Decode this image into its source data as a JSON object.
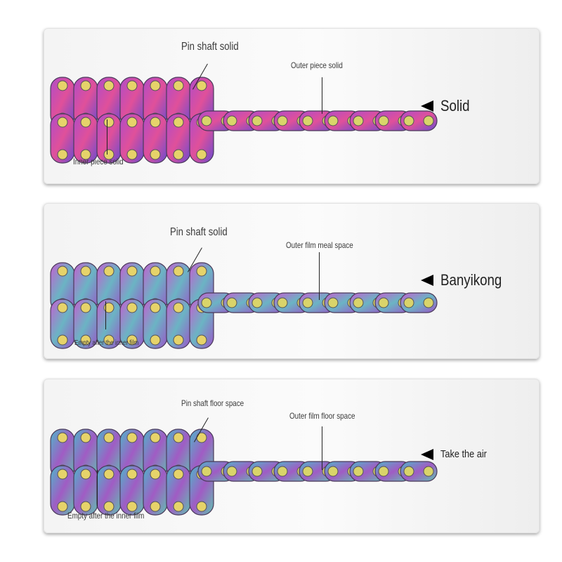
{
  "panels": [
    {
      "top_label": "Pin shaft solid",
      "outer_label": "Outer piece solid",
      "inner_label": "Inner piece solid",
      "tag": "Solid",
      "gradient": [
        "#b04cc8",
        "#e0509a",
        "#6a4bd0"
      ]
    },
    {
      "top_label": "Pin shaft solid",
      "outer_label": "Outer film meal space",
      "inner_label": "Empty after the inner film",
      "tag": "Banyikong",
      "gradient": [
        "#c45fd0",
        "#6bb4c4",
        "#9a55c8"
      ]
    },
    {
      "top_label": "Pin shaft floor space",
      "outer_label": "Outer film floor space",
      "inner_label": "Empty after the inner film",
      "tag": "Take the air",
      "gradient": [
        "#4fb6c9",
        "#a05cc4",
        "#5fc2b0"
      ]
    }
  ],
  "icons": {
    "tag_arrow": "left-triangle-icon"
  }
}
